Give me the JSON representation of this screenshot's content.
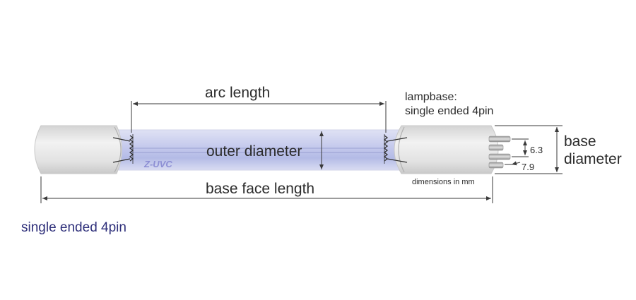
{
  "diagram": {
    "labels": {
      "arc_length": "arc length",
      "lampbase_title": "lampbase:",
      "lampbase_type": "single ended 4pin",
      "outer_diameter": "outer diameter",
      "brand": "Z-UVC",
      "base_diameter_line1": "base",
      "base_diameter_line2": "diameter",
      "base_face_length": "base face length",
      "dimensions_note": "dimensions in mm",
      "pin_spacing": "6.3",
      "pin_offset": "7.9"
    },
    "caption": "single ended 4pin"
  },
  "colors": {
    "tube_glow": "#b9bfe8",
    "cap_fill": "#e6e6e6",
    "dimension_line": "#3a3a3a",
    "caption_text": "#2e2f7a",
    "brand_text": "#8d8fd4"
  }
}
